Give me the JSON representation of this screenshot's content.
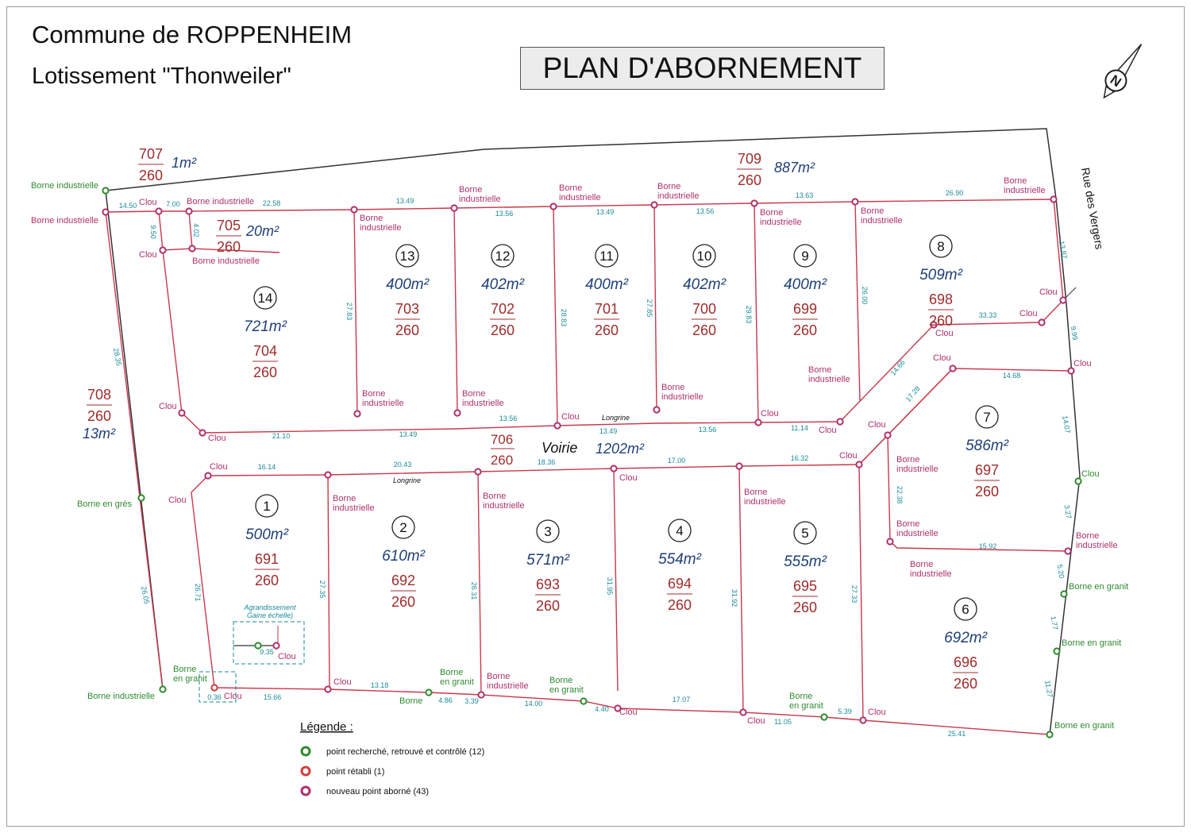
{
  "header": {
    "commune": "Commune de ROPPENHEIM",
    "lotissement": "Lotissement \"Thonweiler\"",
    "plan_title": "PLAN D'ABORNEMENT"
  },
  "colors": {
    "boundary": "#c8394c",
    "area_text": "#1f3f78",
    "parcel_text": "#a02c2c",
    "dimension": "#1a8a9a",
    "found_point": "#2e8b2e",
    "restored_point": "#d23c3c",
    "new_point": "#b0306a",
    "outline": "#333333"
  },
  "street": "Rue des Vergers",
  "road": {
    "name": "Voirie",
    "area": "1202m²",
    "section": "706",
    "sheet": "260"
  },
  "longrine": "Longrine",
  "parcels": [
    {
      "lot": "1",
      "area": "500m²",
      "section": "691",
      "sheet": "260"
    },
    {
      "lot": "2",
      "area": "610m²",
      "section": "692",
      "sheet": "260"
    },
    {
      "lot": "3",
      "area": "571m²",
      "section": "693",
      "sheet": "260"
    },
    {
      "lot": "4",
      "area": "554m²",
      "section": "694",
      "sheet": "260"
    },
    {
      "lot": "5",
      "area": "555m²",
      "section": "695",
      "sheet": "260"
    },
    {
      "lot": "6",
      "area": "692m²",
      "section": "696",
      "sheet": "260"
    },
    {
      "lot": "7",
      "area": "586m²",
      "section": "697",
      "sheet": "260"
    },
    {
      "lot": "8",
      "area": "509m²",
      "section": "698",
      "sheet": "260"
    },
    {
      "lot": "9",
      "area": "400m²",
      "section": "699",
      "sheet": "260"
    },
    {
      "lot": "10",
      "area": "402m²",
      "section": "700",
      "sheet": "260"
    },
    {
      "lot": "11",
      "area": "400m²",
      "section": "701",
      "sheet": "260"
    },
    {
      "lot": "12",
      "area": "402m²",
      "section": "702",
      "sheet": "260"
    },
    {
      "lot": "13",
      "area": "400m²",
      "section": "703",
      "sheet": "260"
    },
    {
      "lot": "14",
      "area": "721m²",
      "section": "704",
      "sheet": "260"
    }
  ],
  "small_parcels": [
    {
      "section": "705",
      "sheet": "260",
      "area": "20m²"
    },
    {
      "section": "707",
      "sheet": "260",
      "area": "1m²"
    },
    {
      "section": "708",
      "sheet": "260",
      "area": "13m²"
    },
    {
      "section": "709",
      "sheet": "260",
      "area": "887m²"
    }
  ],
  "dimensions": [
    "22.58",
    "13.49",
    "13.56",
    "13.49",
    "13.56",
    "13.63",
    "26.90",
    "13.87",
    "9.99",
    "14.07",
    "3.27",
    "5.20",
    "1.77",
    "11.27",
    "25.41",
    "5.39",
    "11.05",
    "17.07",
    "4.40",
    "14.00",
    "3.39",
    "4.86",
    "13.18",
    "15.66",
    "0.36",
    "26.05",
    "28.35",
    "21.10",
    "13.49",
    "13.56",
    "13.49",
    "13.56",
    "11.14",
    "16.14",
    "20.43",
    "18.36",
    "17.00",
    "16.32",
    "27.83",
    "28.83",
    "27.85",
    "29.83",
    "26.00",
    "27.33",
    "26.71",
    "27.35",
    "26.31",
    "31.95",
    "31.92",
    "33.33",
    "14.68",
    "15.92",
    "22.38",
    "17.28",
    "14.66",
    "14.50",
    "7.00",
    "4.02",
    "9.50",
    "9.35",
    "0.36"
  ],
  "markers": {
    "borne_industrielle": "Borne industrielle",
    "borne_industrielle_2l_a": "Borne",
    "borne_industrielle_2l_b": "industrielle",
    "borne_granit": "Borne en granit",
    "borne_granit_a": "Borne",
    "borne_granit_b": "en granit",
    "borne_gres": "Borne en grès",
    "borne": "Borne",
    "clou": "Clou"
  },
  "agrandissement": {
    "line1": "Agrandissement",
    "line2": "Gaine échelle)"
  },
  "legend": {
    "title": "Légende :",
    "items": [
      {
        "label": "point recherché, retrouvé et contrôlé (12)",
        "color": "#2e8b2e"
      },
      {
        "label": "point rétabli (1)",
        "color": "#d23c3c"
      },
      {
        "label": "nouveau point aborné (43)",
        "color": "#b0306a"
      }
    ]
  },
  "north": "N"
}
